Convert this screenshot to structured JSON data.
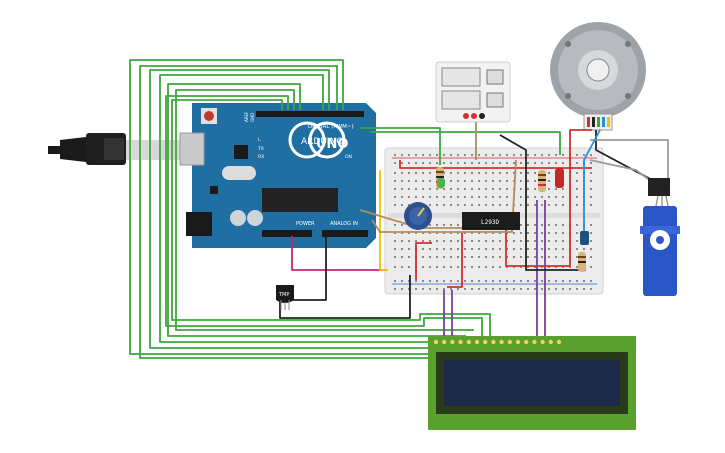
{
  "arduino": {
    "brand": "ARDUINO",
    "model": "UNO",
    "digital_label": "DIGITAL (PWM~)",
    "power_label": "POWER",
    "analog_label": "ANALOG IN",
    "led_tx": "TX",
    "led_rx": "RX",
    "led_l": "L",
    "led_on": "ON",
    "aref": "AREF",
    "gnd": "GND"
  },
  "ic": {
    "label": "L293D"
  },
  "sensor": {
    "label": "TMP"
  },
  "colors": {
    "board": "#1f6fa3",
    "breadboard": "#ececec",
    "wire_green": "#3ca83c",
    "wire_red": "#d32f2f",
    "wire_magenta": "#c2257a",
    "wire_purple": "#7b3fa0",
    "wire_yellow": "#f2c200",
    "wire_brown": "#b58a5a",
    "wire_black": "#222222",
    "wire_gray": "#9a9a9a",
    "wire_blue": "#2a8fd6",
    "lcd_pcb": "#5aa02c",
    "lcd_screen": "#1e2a4a"
  }
}
